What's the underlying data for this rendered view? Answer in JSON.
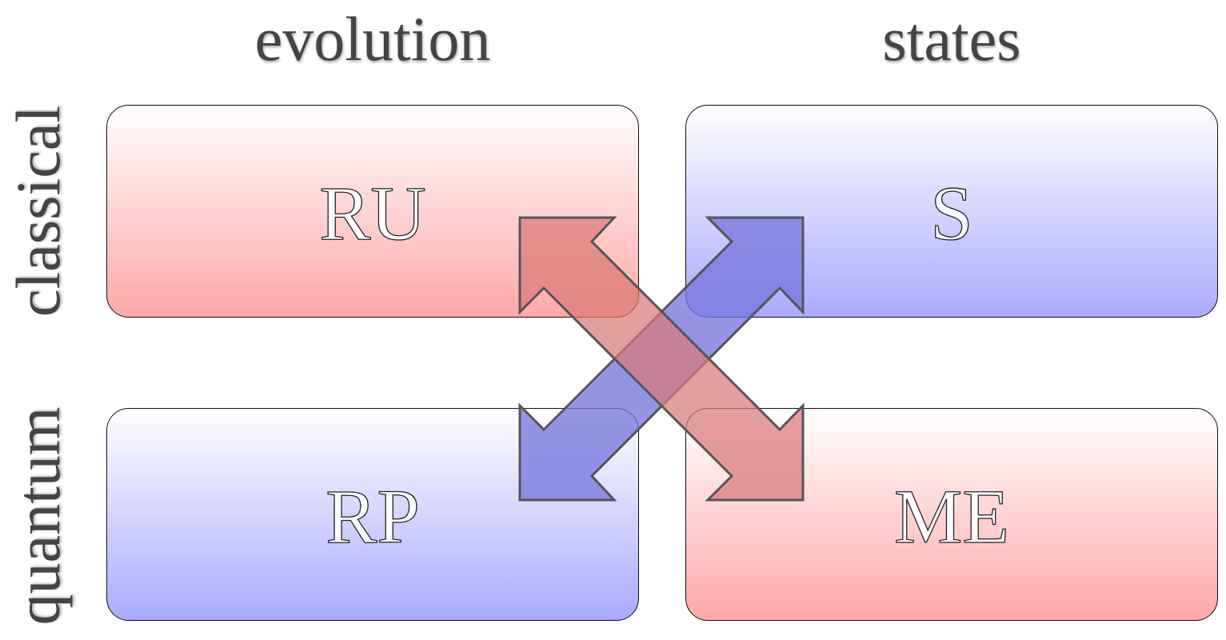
{
  "columns": {
    "left": "evolution",
    "right": "states"
  },
  "rows": {
    "top": "classical",
    "bottom": "quantum"
  },
  "boxes": {
    "top_left": {
      "label": "RU",
      "color": "#ffa8a8"
    },
    "top_right": {
      "label": "S",
      "color": "#aaaaff"
    },
    "bottom_left": {
      "label": "RP",
      "color": "#aaaaff"
    },
    "bottom_right": {
      "label": "ME",
      "color": "#ffa8a8"
    }
  },
  "arrows": {
    "red_arrow_color": "#d97878",
    "blue_arrow_color": "#7777dd",
    "outline_color": "#555555"
  }
}
